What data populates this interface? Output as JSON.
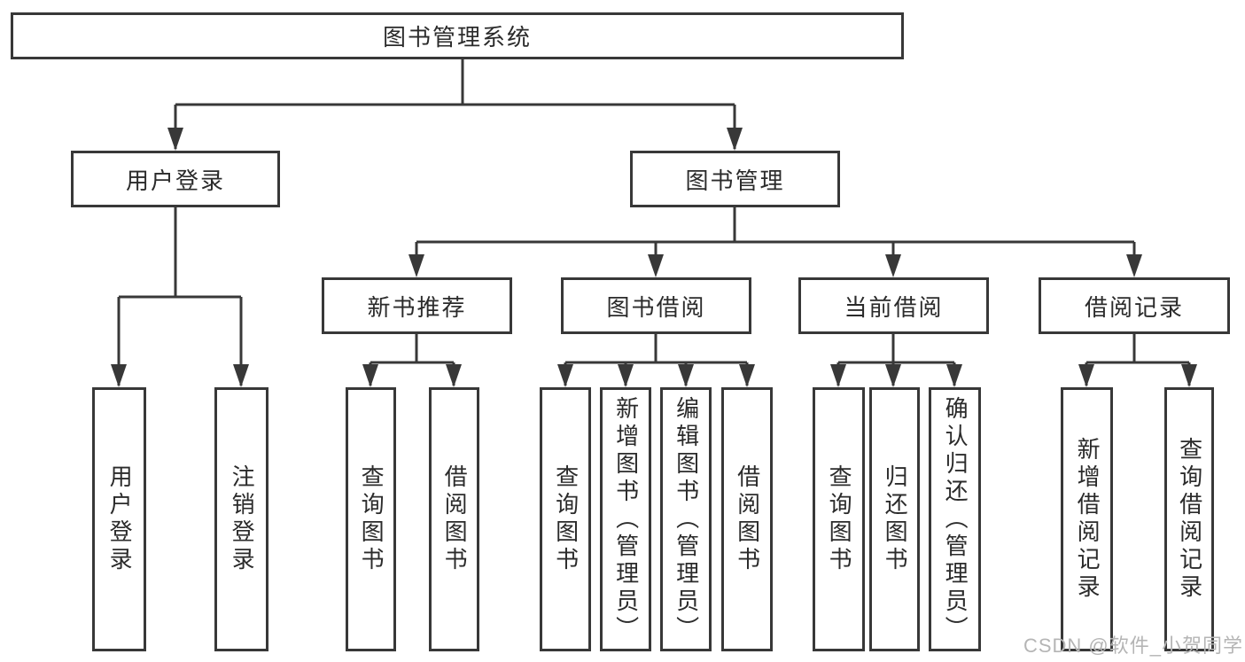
{
  "diagram": {
    "root_label": "图书管理系统",
    "branches": [
      {
        "label": "用户登录",
        "children": [
          {
            "label": "用户登录"
          },
          {
            "label": "注销登录"
          }
        ]
      },
      {
        "label": "图书管理",
        "children": [
          {
            "label": "新书推荐",
            "children": [
              {
                "label": "查询图书"
              },
              {
                "label": "借阅图书"
              }
            ]
          },
          {
            "label": "图书借阅",
            "children": [
              {
                "label": "查询图书"
              },
              {
                "label": "新增图书（管理员）"
              },
              {
                "label": "编辑图书（管理员）"
              },
              {
                "label": "借阅图书"
              }
            ]
          },
          {
            "label": "当前借阅",
            "children": [
              {
                "label": "查询图书"
              },
              {
                "label": "归还图书"
              },
              {
                "label": "确认归还（管理员）"
              }
            ]
          },
          {
            "label": "借阅记录",
            "children": [
              {
                "label": "新增借阅记录"
              },
              {
                "label": "查询借阅记录"
              }
            ]
          }
        ]
      }
    ]
  },
  "watermark": {
    "text": "CSDN @软件_小贺同学",
    "color": "#b5b5b5"
  },
  "colors": {
    "line": "#383838",
    "box_border": "#383838",
    "text": "#2b2b2b",
    "background": "#ffffff"
  }
}
